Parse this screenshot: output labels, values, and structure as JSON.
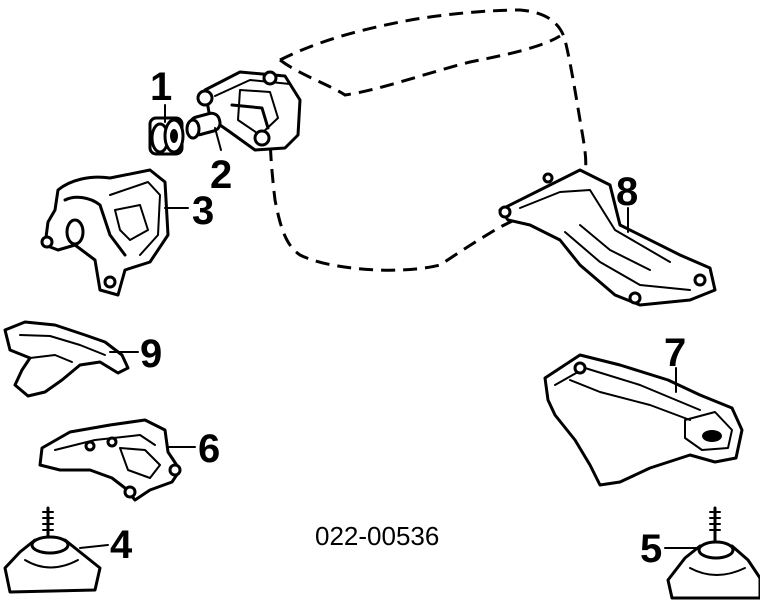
{
  "reference_code": "022-00536",
  "callouts": {
    "c1": "1",
    "c2": "2",
    "c3": "3",
    "c4": "4",
    "c5": "5",
    "c6": "6",
    "c7": "7",
    "c8": "8",
    "c9": "9"
  }
}
